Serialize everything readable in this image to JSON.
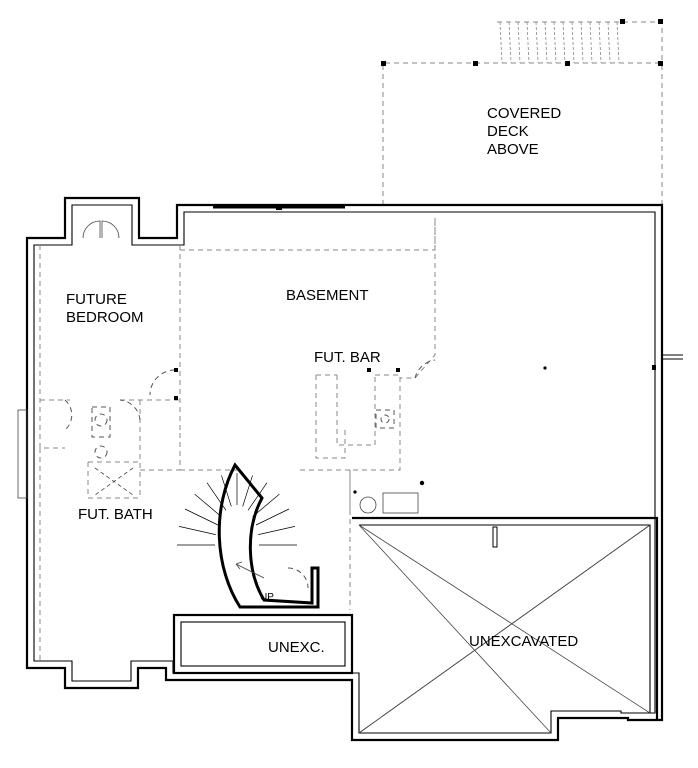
{
  "rooms": {
    "covered_deck": [
      "COVERED",
      "DECK",
      "ABOVE"
    ],
    "future_bedroom": [
      "FUTURE",
      "BEDROOM"
    ],
    "basement": "BASEMENT",
    "fut_bar": "FUT. BAR",
    "fut_bath": "FUT. BATH",
    "unexc_small": "UNEXC.",
    "unexcavated": "UNEXCAVATED",
    "stair_up": "UP"
  }
}
